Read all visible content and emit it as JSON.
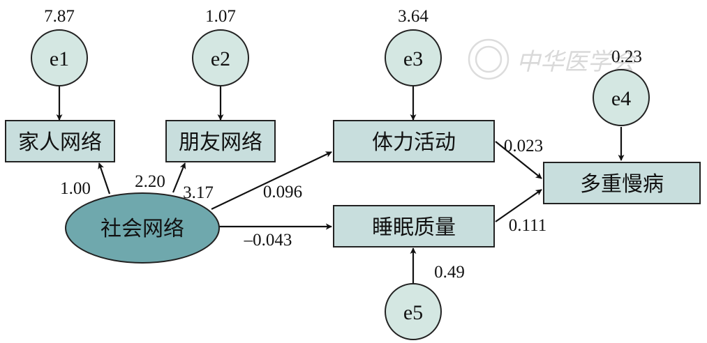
{
  "nodes": {
    "family": "家人网络",
    "friends": "朋友网络",
    "activity": "体力活动",
    "multimorbidity": "多重慢病",
    "sleep": "睡眠质量",
    "social": "社会网络"
  },
  "errors": {
    "e1": {
      "label": "e1",
      "variance": "7.87"
    },
    "e2": {
      "label": "e2",
      "variance": "1.07"
    },
    "e3": {
      "label": "e3",
      "variance": "3.64"
    },
    "e4": {
      "label": "e4",
      "variance": "0.23"
    },
    "e5": {
      "label": "e5",
      "variance": "0.49"
    }
  },
  "paths": {
    "social_family": "1.00",
    "social_friends_a": "2.20",
    "social_friends_b": "3.17",
    "social_activity": "0.096",
    "social_sleep": "–0.043",
    "activity_multimorbidity": "0.023",
    "sleep_multimorbidity": "0.111"
  },
  "watermark": {
    "text": "中华医学会"
  }
}
